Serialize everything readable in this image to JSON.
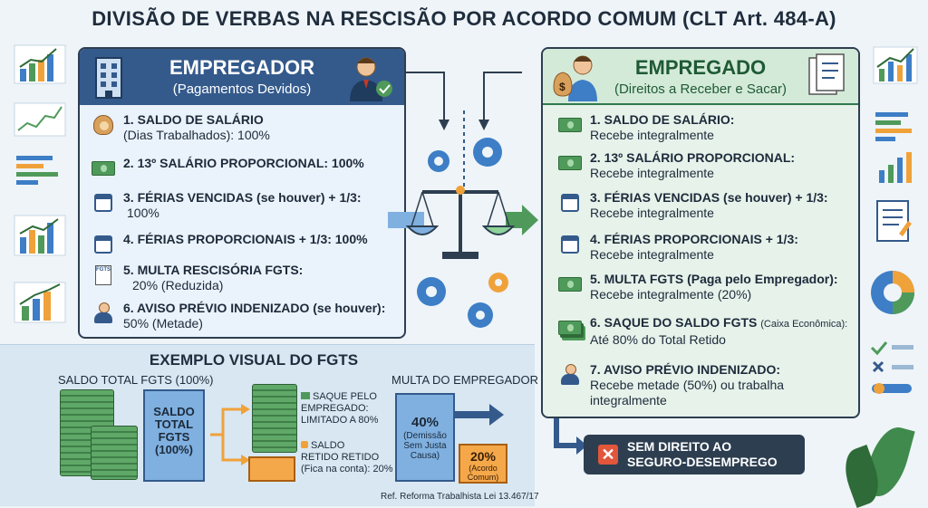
{
  "title": "DIVISÃO DE VERBAS NA RESCISÃO POR ACORDO COMUM (CLT Art. 484-A)",
  "employer": {
    "heading": "EMPREGADOR",
    "subheading": "(Pagamentos Devidos)",
    "items": [
      {
        "icon": "money-bag-icon",
        "line1": "1. SALDO DE SALÁRIO",
        "line2": "(Dias Trabalhados): 100%"
      },
      {
        "icon": "banknote-icon",
        "line1": "2. 13º SALÁRIO PROPORCIONAL: 100%",
        "line2": ""
      },
      {
        "icon": "calendar-icon",
        "line1": "3. FÉRIAS VENCIDAS (se houver) + 1/3:",
        "line2": "100%"
      },
      {
        "icon": "calendar-icon",
        "line1": "4. FÉRIAS PROPORCIONAIS + 1/3: 100%",
        "line2": ""
      },
      {
        "icon": "fgts-document-icon",
        "line1": "5. MULTA RESCISÓRIA FGTS:",
        "line2": "20% (Reduzida)"
      },
      {
        "icon": "person-icon",
        "line1": "6. AVISO PRÉVIO INDENIZADO (se houver):",
        "line2": "50% (Metade)"
      }
    ],
    "fgts_doc_label": "FGTS"
  },
  "employee": {
    "heading": "EMPREGADO",
    "subheading": "(Direitos a Receber e Sacar)",
    "items": [
      {
        "icon": "banknote-icon",
        "line1": "1. SALDO DE SALÁRIO:",
        "line2": "Recebe integralmente"
      },
      {
        "icon": "banknote-icon",
        "line1": "2. 13º SALÁRIO PROPORCIONAL:",
        "line2": "Recebe integralmente"
      },
      {
        "icon": "calendar-icon",
        "line1": "3. FÉRIAS VENCIDAS (se houver) + 1/3:",
        "line2": "Recebe integralmente"
      },
      {
        "icon": "calendar-icon",
        "line1": "4. FÉRIAS PROPORCIONAIS + 1/3:",
        "line2": "Recebe integralmente"
      },
      {
        "icon": "banknote-icon",
        "line1": "5. MULTA FGTS (Paga pelo Empregador):",
        "line2": "Recebe integralmente (20%)"
      },
      {
        "icon": "banknote-stack-icon",
        "line1": "6. SAQUE DO SALDO FGTS",
        "line1_small": "(Caixa Econômica):",
        "line2": "Até 80% do Total Retido"
      },
      {
        "icon": "person-icon",
        "line1": "7. AVISO PRÉVIO INDENIZADO:",
        "line2": "Recebe metade (50%) ou trabalha",
        "line3": "integralmente"
      }
    ]
  },
  "no_unemployment": {
    "line1": "SEM DIREITO AO",
    "line2": "SEGURO-DESEMPREGO"
  },
  "fgts_example": {
    "title": "EXEMPLO VISUAL DO FGTS",
    "total_label": "SALDO TOTAL FGTS (100%)",
    "column_text": [
      "SALDO",
      "TOTAL",
      "FGTS",
      "(100%)"
    ],
    "withdraw": {
      "line1": "SAQUE PELO",
      "line2": "EMPREGADO:",
      "line3": "LIMITADO A 80%"
    },
    "retained": {
      "line1": "SALDO",
      "line2": "RETIDO RETIDO",
      "line3": "(Fica na conta): 20%"
    },
    "penalty_label": "MULTA DO EMPREGADOR",
    "penalty_40": {
      "value": "40%",
      "note1": "(Demissão",
      "note2": "Sem Justa",
      "note3": "Causa)"
    },
    "penalty_20": {
      "value": "20%",
      "note1": "(Acordo",
      "note2": "Comum)"
    }
  },
  "reference": "Ref. Reforma Trabalhista Lei 13.467/17",
  "colors": {
    "employer": "#345a8c",
    "employee": "#2f7a4c",
    "accent": "#f5a84a",
    "alert": "#e2563b"
  }
}
